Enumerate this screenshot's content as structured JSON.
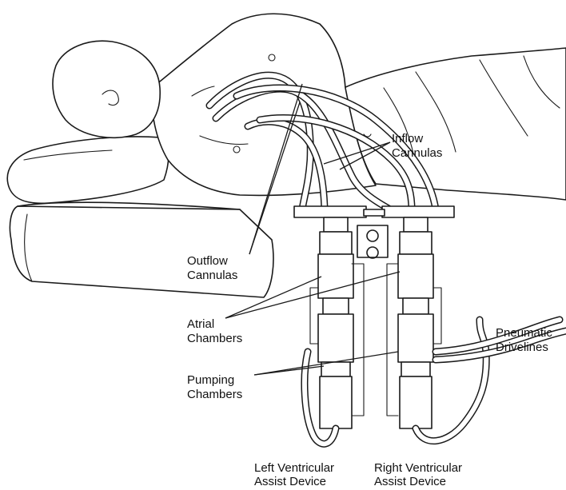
{
  "labels": {
    "inflow": [
      "Inflow",
      "Cannulas"
    ],
    "outflow": [
      "Outflow",
      "Cannulas"
    ],
    "atrial": [
      "Atrial",
      "Chambers"
    ],
    "pumping": [
      "Pumping",
      "Chambers"
    ],
    "pneumatic": [
      "Pneumatic",
      "Drivelines"
    ],
    "lvad": [
      "Left Ventricular",
      "Assist Device"
    ],
    "rvad": [
      "Right Ventricular",
      "Assist Device"
    ]
  }
}
